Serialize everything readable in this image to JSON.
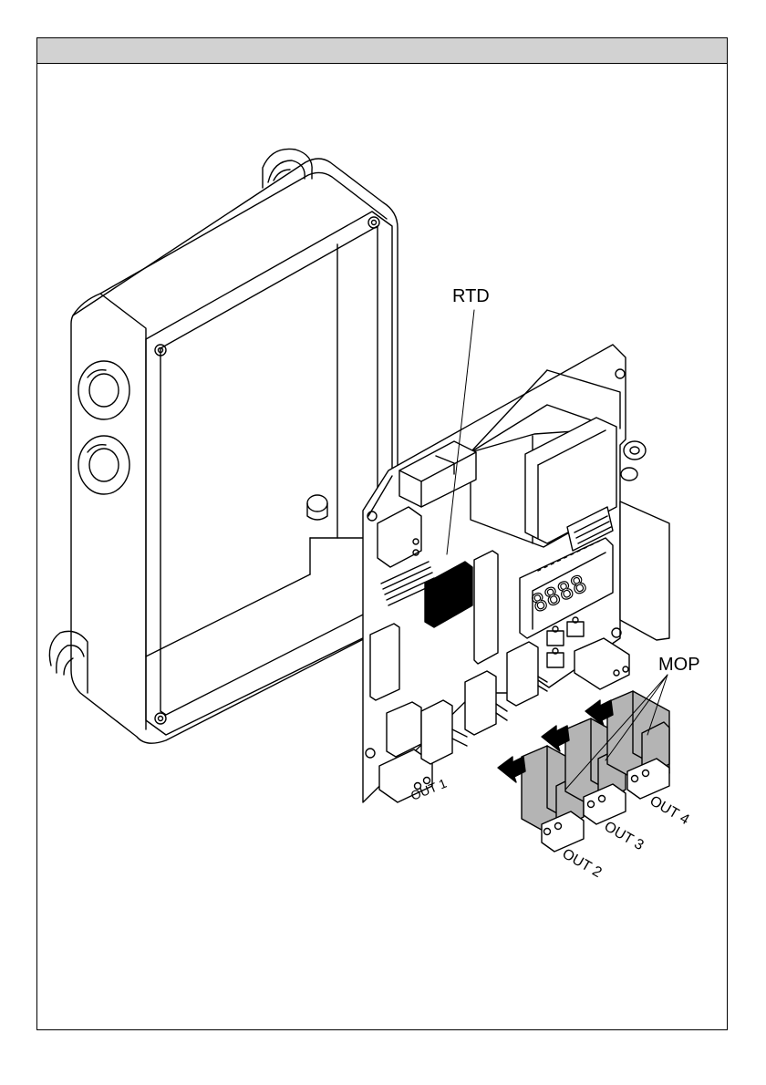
{
  "labels": {
    "rtd": "RTD",
    "mop": "MOP",
    "out1": "OUT 1",
    "out2": "OUT 2",
    "out3": "OUT 3",
    "out4": "OUT 4"
  },
  "display_digits": "8888",
  "colors": {
    "line": "#000000",
    "module_fill": "#b4b4b4",
    "header_fill": "#d2d2d2",
    "background": "#ffffff"
  }
}
